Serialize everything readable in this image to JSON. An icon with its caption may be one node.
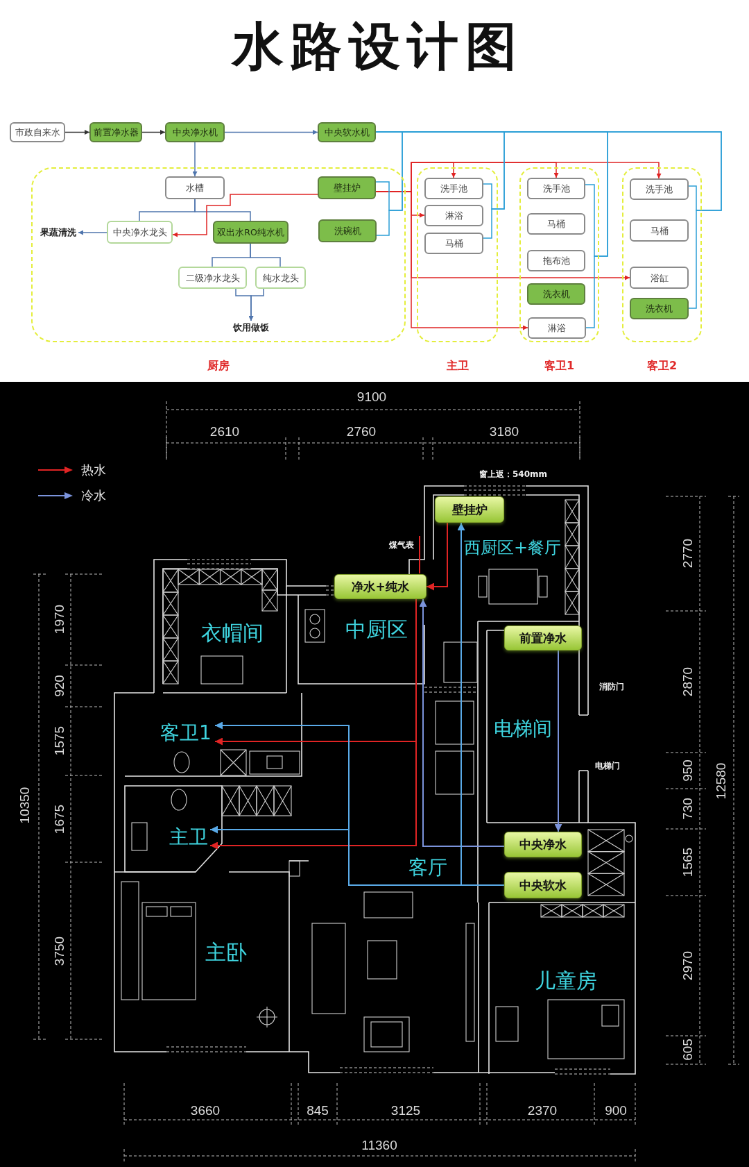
{
  "diagram": {
    "title": "水路设计图",
    "nodes": [
      {
        "text": [
          "市政自来水"
        ]
      },
      {
        "text": [
          "前置净水器"
        ]
      },
      {
        "text": [
          "中央净水机"
        ]
      },
      {
        "text": [
          "中央软水机"
        ]
      },
      {
        "text": [
          "厨房"
        ]
      },
      {
        "text": [
          "水槽"
        ],
        "in": 4
      },
      {
        "text": [
          "壁挂炉"
        ],
        "in": 4
      },
      {
        "text": [
          "洗碗机"
        ],
        "in": 4
      },
      {
        "text": [
          "中央净水龙头"
        ],
        "in": 4
      },
      {
        "text": [
          "双出水RO纯水机"
        ],
        "in": 4
      },
      {
        "text": [
          "果蔬清洗"
        ],
        "in": 4
      },
      {
        "text": [
          "二级净水龙头"
        ],
        "in": 4
      },
      {
        "text": [
          "纯水龙头"
        ],
        "in": 4
      },
      {
        "text": [
          "饮用做饭"
        ],
        "in": 4
      },
      {
        "text": [
          "主卫"
        ]
      },
      {
        "text": [
          "洗手池"
        ],
        "in": 14
      },
      {
        "text": [
          "淋浴"
        ],
        "in": 14
      },
      {
        "text": [
          "马桶"
        ],
        "in": 14
      },
      {
        "text": [
          "客卫1"
        ]
      },
      {
        "text": [
          "洗手池"
        ],
        "in": 18
      },
      {
        "text": [
          "马桶"
        ],
        "in": 18
      },
      {
        "text": [
          "拖布池"
        ],
        "in": 18
      },
      {
        "text": [
          "洗衣机"
        ],
        "in": 18
      },
      {
        "text": [
          "淋浴"
        ],
        "in": 18
      },
      {
        "text": [
          "客卫2"
        ]
      },
      {
        "text": [
          "洗手池"
        ],
        "in": 24
      },
      {
        "text": [
          "马桶"
        ],
        "in": 24
      },
      {
        "text": [
          "浴缸"
        ],
        "in": 24
      },
      {
        "text": [
          "洗衣机"
        ],
        "in": 24
      },
      {
        "text": [
          "壁挂炉"
        ]
      },
      {
        "text": [
          "净水+纯水"
        ]
      },
      {
        "text": [
          "前置净水"
        ]
      },
      {
        "text": [
          "客卫1"
        ]
      },
      {
        "text": [
          "主卫"
        ]
      },
      {
        "text": [
          "中央净水"
        ]
      },
      {
        "text": [
          "中央软水"
        ]
      }
    ],
    "edges": [
      {
        "from": 0,
        "to": 1,
        "arrow": "to",
        "color": "#333333"
      },
      {
        "from": 1,
        "to": 2,
        "arrow": "to",
        "color": "#333333"
      },
      {
        "from": 2,
        "to": 3,
        "arrow": "to",
        "color": "#4f75ad"
      },
      {
        "from": 2,
        "to": 5,
        "arrow": "to",
        "color": "#4f75ad"
      },
      {
        "from": 5,
        "to": 8,
        "arrow": "none",
        "color": "#4f75ad"
      },
      {
        "from": 5,
        "to": 9,
        "arrow": "none",
        "color": "#4f75ad"
      },
      {
        "from": 9,
        "to": 11,
        "arrow": "none",
        "color": "#4f75ad"
      },
      {
        "from": 9,
        "to": 12,
        "arrow": "none",
        "color": "#4f75ad"
      },
      {
        "from": 8,
        "to": 10,
        "arrow": "to",
        "color": "#4f75ad"
      },
      {
        "from": 11,
        "to": 13,
        "arrow": "to",
        "color": "#4f75ad"
      },
      {
        "from": 12,
        "to": 13,
        "arrow": "to",
        "color": "#4f75ad"
      },
      {
        "from": 6,
        "to": 8,
        "arrow": "to"
      },
      {
        "from": 6,
        "to": 15,
        "arrow": "to"
      },
      {
        "from": 6,
        "to": 16,
        "arrow": "to"
      },
      {
        "from": 6,
        "to": 19,
        "arrow": "to"
      },
      {
        "from": 6,
        "to": 23,
        "arrow": "to"
      },
      {
        "from": 6,
        "to": 25,
        "arrow": "to"
      },
      {
        "from": 6,
        "to": 27,
        "arrow": "to"
      },
      {
        "from": 3,
        "to": 6,
        "arrow": "none",
        "color": "#2b9fd6"
      },
      {
        "from": 3,
        "to": 7,
        "arrow": "none",
        "color": "#2b9fd6"
      },
      {
        "from": 3,
        "to": 15,
        "arrow": "none",
        "color": "#2b9fd6"
      },
      {
        "from": 3,
        "to": 17,
        "arrow": "none",
        "color": "#2b9fd6"
      },
      {
        "from": 3,
        "to": 19,
        "arrow": "none",
        "color": "#2b9fd6"
      },
      {
        "from": 3,
        "to": 23,
        "arrow": "none",
        "color": "#2b9fd6"
      },
      {
        "from": 3,
        "to": 25,
        "arrow": "none",
        "color": "#2b9fd6"
      },
      {
        "from": 3,
        "to": 28,
        "arrow": "none",
        "color": "#2b9fd6"
      },
      {
        "from": 29,
        "to": 30,
        "arrow": "to"
      },
      {
        "from": 30,
        "to": 32,
        "arrow": "to"
      },
      {
        "from": 30,
        "to": 33,
        "arrow": "to"
      },
      {
        "from": 31,
        "to": 34,
        "arrow": "to",
        "color": "#7b93db"
      },
      {
        "from": 34,
        "to": 30,
        "arrow": "to",
        "color": "#7b93db"
      },
      {
        "from": 35,
        "to": 29,
        "arrow": "to",
        "color": "#5aaae8"
      },
      {
        "from": 35,
        "to": 32,
        "arrow": "to",
        "color": "#5aaae8"
      },
      {
        "from": 35,
        "to": 33,
        "arrow": "to",
        "color": "#5aaae8"
      }
    ],
    "labels": [
      "9100",
      "2610",
      "2760",
      "3180",
      "窗上返：540mm",
      "煤气表",
      "2770",
      "西厨区+餐厅",
      "1970",
      "衣帽间",
      "中厨区",
      "920",
      "消防门",
      "2870",
      "电梯间",
      "1575",
      "电梯门",
      "950",
      "10350",
      "12580",
      "730",
      "1675",
      "客厅",
      "1565",
      "主卧",
      "3750",
      "2970",
      "儿童房",
      "605",
      "3660",
      "845",
      "3125",
      "2370",
      "900",
      "11360"
    ],
    "legend": [
      {
        "text": "热水"
      },
      {
        "text": "冷水"
      }
    ]
  }
}
